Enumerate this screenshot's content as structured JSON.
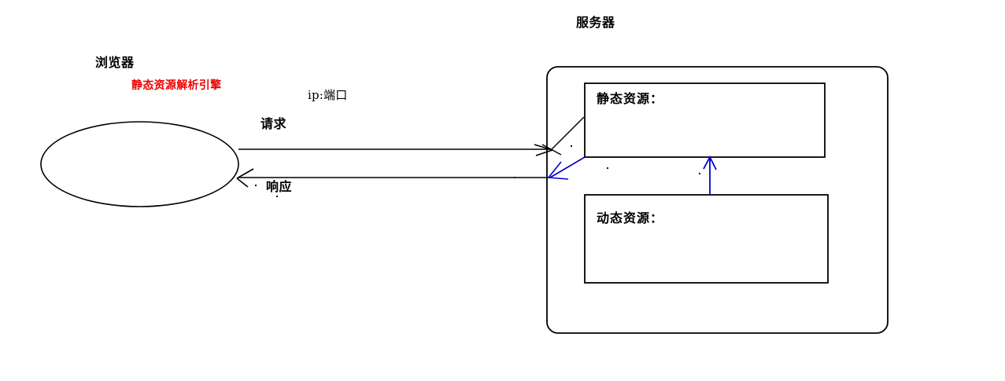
{
  "diagram": {
    "client": {
      "title": "浏览器",
      "engine_label": "静态资源解析引擎",
      "engine_color": "#ee0000",
      "shape": "ellipse"
    },
    "server": {
      "title": "服务器",
      "shape": "rounded-rectangle",
      "boxes": [
        {
          "label": "静态资源：",
          "name": "static-resource"
        },
        {
          "label": "动态资源：",
          "name": "dynamic-resource"
        }
      ]
    },
    "connections": {
      "endpoint_label": "ip:端口",
      "request_label": "请求",
      "response_label": "响应",
      "request_color": "#000000",
      "response_color": "#000000",
      "internal_arrow_color": "#0000cc"
    }
  }
}
